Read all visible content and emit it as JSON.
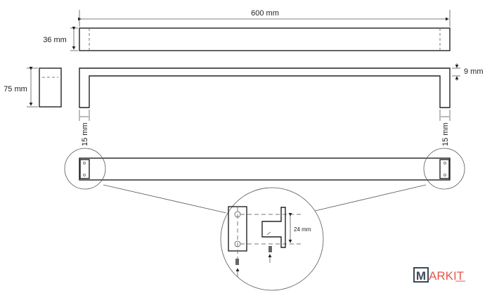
{
  "dimensions": {
    "length": "600 mm",
    "depth": "36 mm",
    "height": "75 mm",
    "thickness": "9 mm",
    "leg_left": "15 mm",
    "leg_right": "15 mm",
    "hole_spacing": "24 mm"
  },
  "logo": {
    "text": "MARKIT",
    "colors": {
      "box": "#3d4a5a",
      "text": "#e8574a"
    }
  }
}
